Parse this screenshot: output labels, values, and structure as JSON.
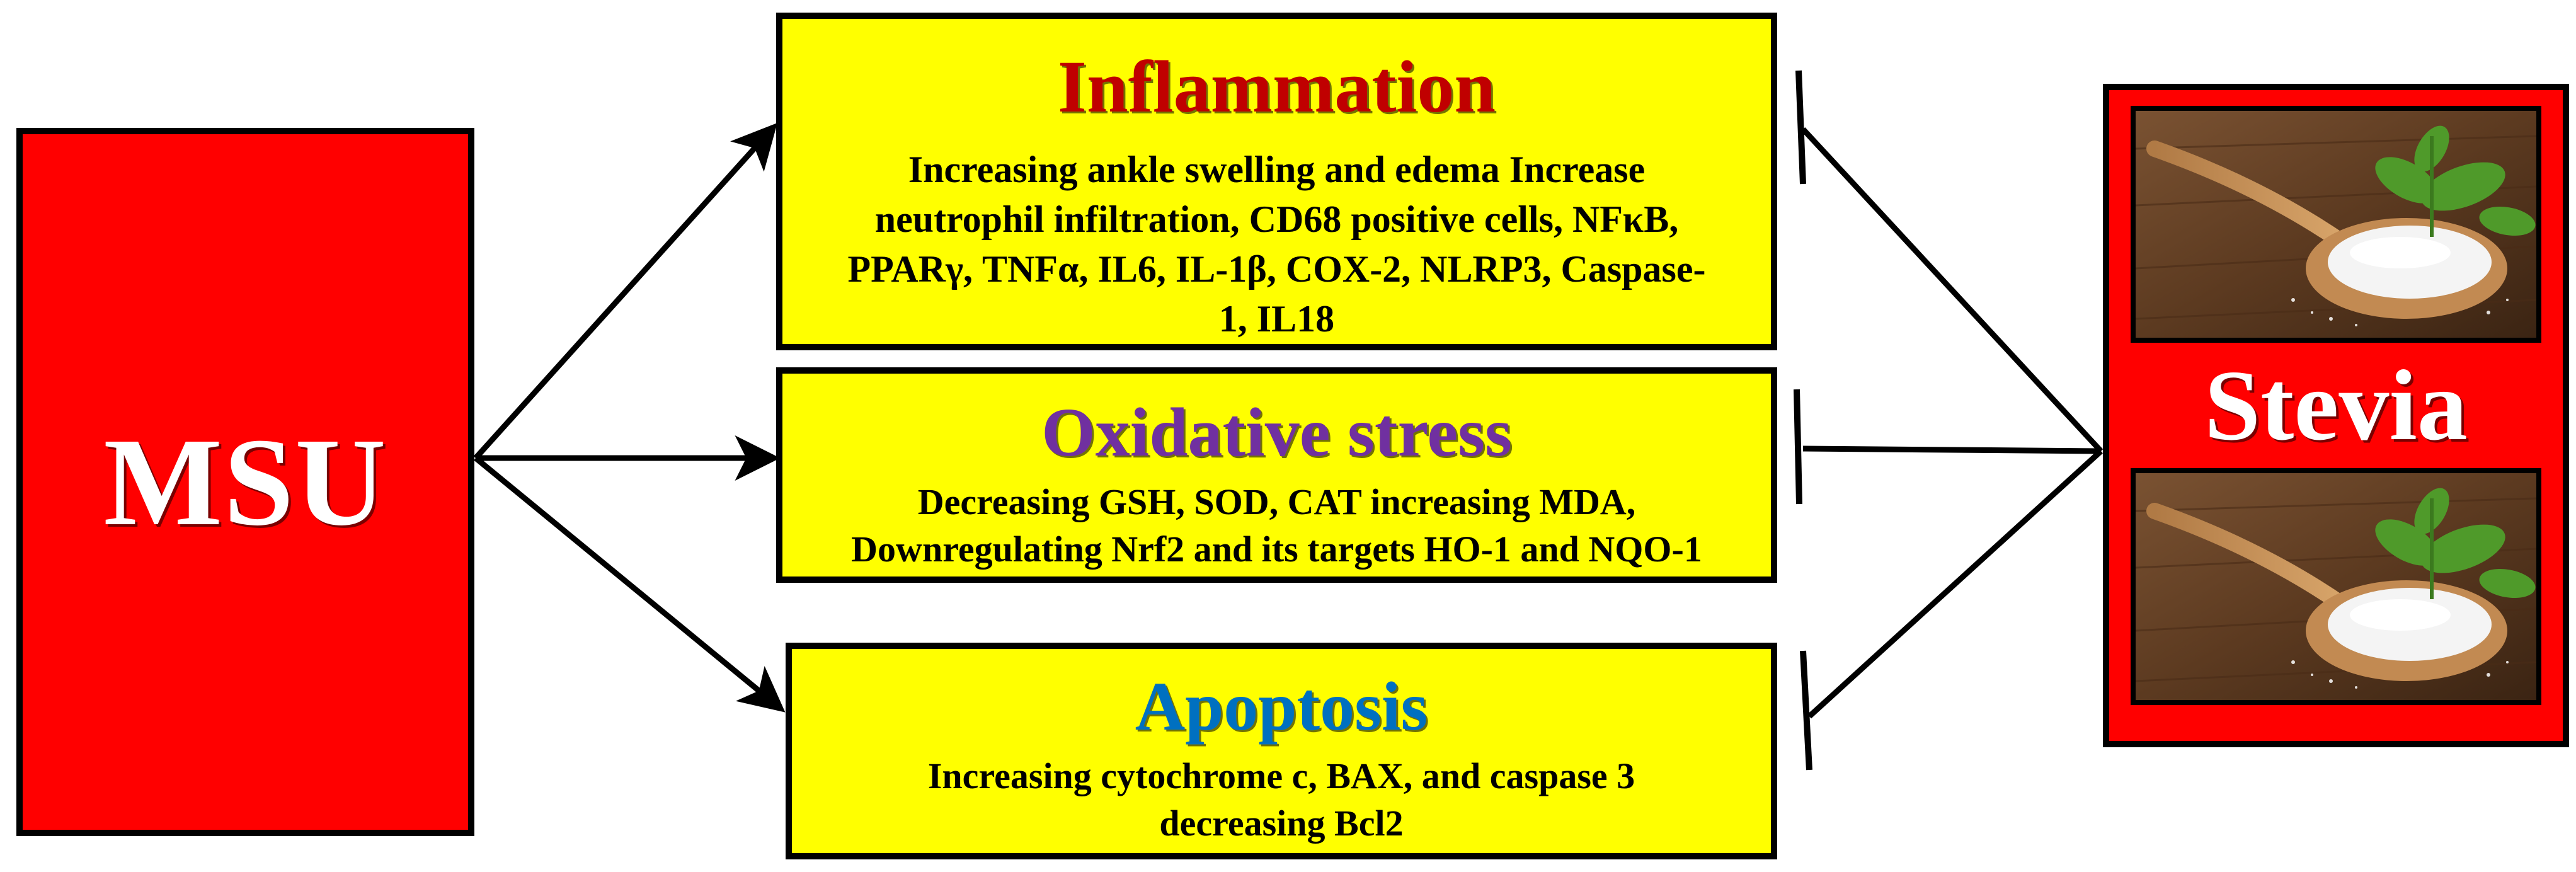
{
  "source": {
    "label": "MSU",
    "color": "#ff0000"
  },
  "effects": [
    {
      "title": "Inflammation",
      "title_color": "#c00000",
      "text": "Increasing ankle swelling and edema Increase\nneutrophil infiltration, CD68 positive cells, NFκB,\nPPARγ, TNFα, IL6, IL-1β, COX-2, NLRP3, Caspase-\n1, IL18"
    },
    {
      "title": "Oxidative stress",
      "title_color": "#7030a0",
      "text": "Decreasing GSH, SOD, CAT increasing MDA,\nDownregulating Nrf2 and its targets HO-1 and NQO-1"
    },
    {
      "title": "Apoptosis",
      "title_color": "#0070c0",
      "text": "Increasing cytochrome c, BAX, and caspase 3\ndecreasing Bcl2"
    }
  ],
  "inhibitor": {
    "label": "Stevia",
    "color": "#ff0000",
    "photo_icon": "stevia-spoon-photo"
  },
  "box_fill": "#ffff00"
}
